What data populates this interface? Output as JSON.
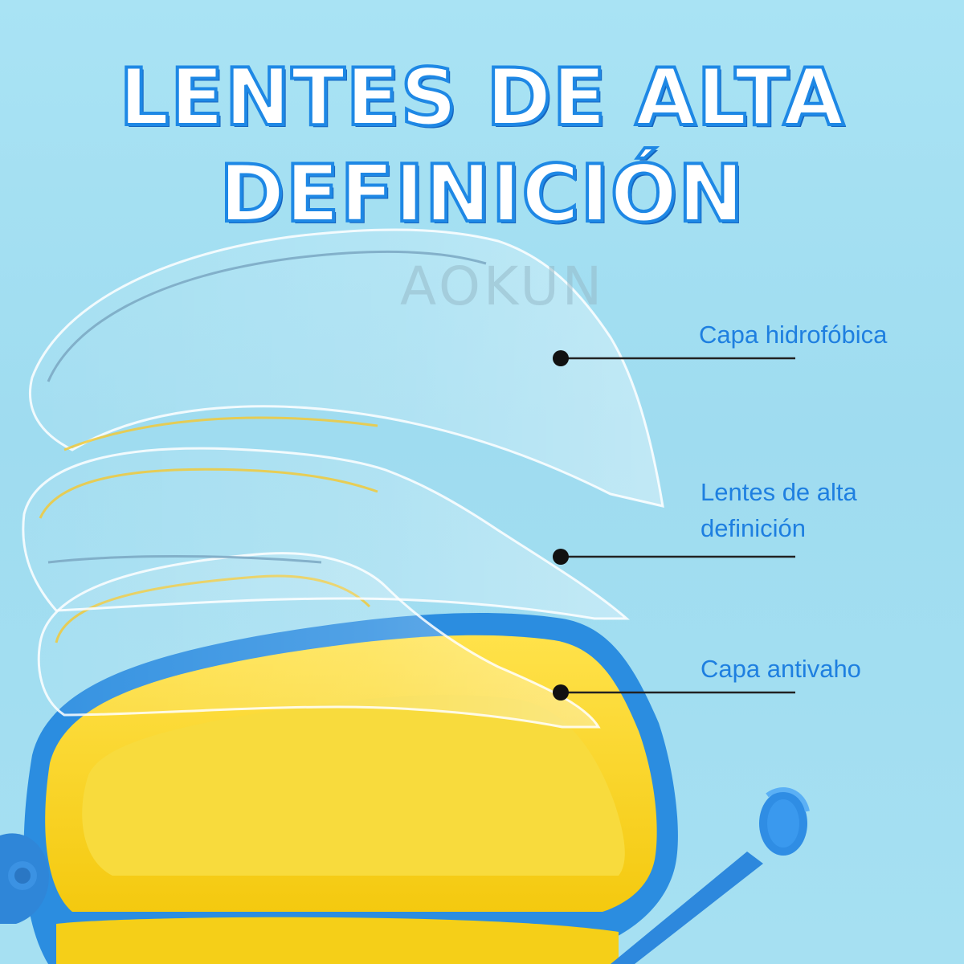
{
  "title": "LENTES DE ALTA DEFINICIÓN",
  "watermark": "AOKUN",
  "callouts": [
    "Capa hidrofóbica",
    "Lentes de alta\ndefinición",
    "Capa antivaho"
  ],
  "colors": {
    "background": "#a9e3f4",
    "title_fill": "#ffffff",
    "title_stroke": "#1e88e5",
    "label_text": "#1e7fe0",
    "frame_blue": "#2b8de0",
    "frame_yellow": "#f7d21e",
    "leader_line": "#222222"
  }
}
